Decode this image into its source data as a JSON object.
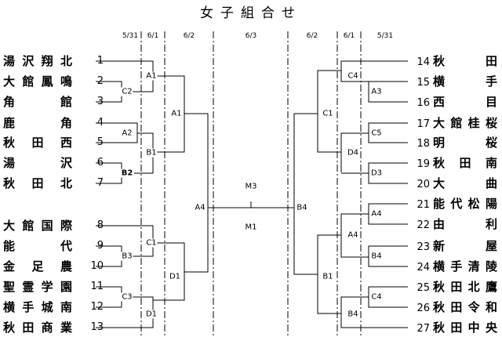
{
  "title": "女子組合せ",
  "dates": {
    "left": [
      "5/31",
      "6/1",
      "6/2"
    ],
    "center": "6/3",
    "right": [
      "6/2",
      "6/1",
      "5/31"
    ]
  },
  "left_teams": [
    {
      "no": "1",
      "name": "湯沢翔北"
    },
    {
      "no": "2",
      "name": "大館鳳鳴"
    },
    {
      "no": "3",
      "name": "角館"
    },
    {
      "no": "4",
      "name": "鹿角"
    },
    {
      "no": "5",
      "name": "秋田西"
    },
    {
      "no": "6",
      "name": "湯沢"
    },
    {
      "no": "7",
      "name": "秋田北"
    },
    {
      "no": "8",
      "name": "大館国際"
    },
    {
      "no": "9",
      "name": "能代"
    },
    {
      "no": "10",
      "name": "金足農"
    },
    {
      "no": "11",
      "name": "聖霊学園"
    },
    {
      "no": "12",
      "name": "横手城南"
    },
    {
      "no": "13",
      "name": "秋田商業"
    }
  ],
  "right_teams": [
    {
      "no": "14",
      "name": "秋田"
    },
    {
      "no": "15",
      "name": "横手"
    },
    {
      "no": "16",
      "name": "西目"
    },
    {
      "no": "17",
      "name": "大館桂桜"
    },
    {
      "no": "18",
      "name": "明桜"
    },
    {
      "no": "19",
      "name": "秋田南"
    },
    {
      "no": "20",
      "name": "大曲"
    },
    {
      "no": "21",
      "name": "能代松陽"
    },
    {
      "no": "22",
      "name": "由利"
    },
    {
      "no": "23",
      "name": "新屋"
    },
    {
      "no": "24",
      "name": "横手清陵"
    },
    {
      "no": "25",
      "name": "秋田北鷹"
    },
    {
      "no": "26",
      "name": "秋田令和"
    },
    {
      "no": "27",
      "name": "秋田中央"
    }
  ],
  "court_codes": {
    "left": {
      "A1_first": "A1",
      "C2": "C2",
      "A2": "A2",
      "B1_first": "B1",
      "B2": "B2",
      "A1_second": "A1",
      "A4": "A4",
      "C1": "C1",
      "B3": "B3",
      "C3": "C3",
      "D1_first": "D1",
      "D1_second": "D1"
    },
    "center": {
      "M3": "M3",
      "M1": "M1"
    },
    "right": {
      "C4_top": "C4",
      "A3": "A3",
      "C5": "C5",
      "D4": "D4",
      "D3": "D3",
      "C1": "C1",
      "B4_final": "B4",
      "A4_first": "A4",
      "A4_second": "A4",
      "B4_first": "B4",
      "C4_bottom": "C4",
      "B4_second": "B4",
      "B1": "B1"
    }
  }
}
